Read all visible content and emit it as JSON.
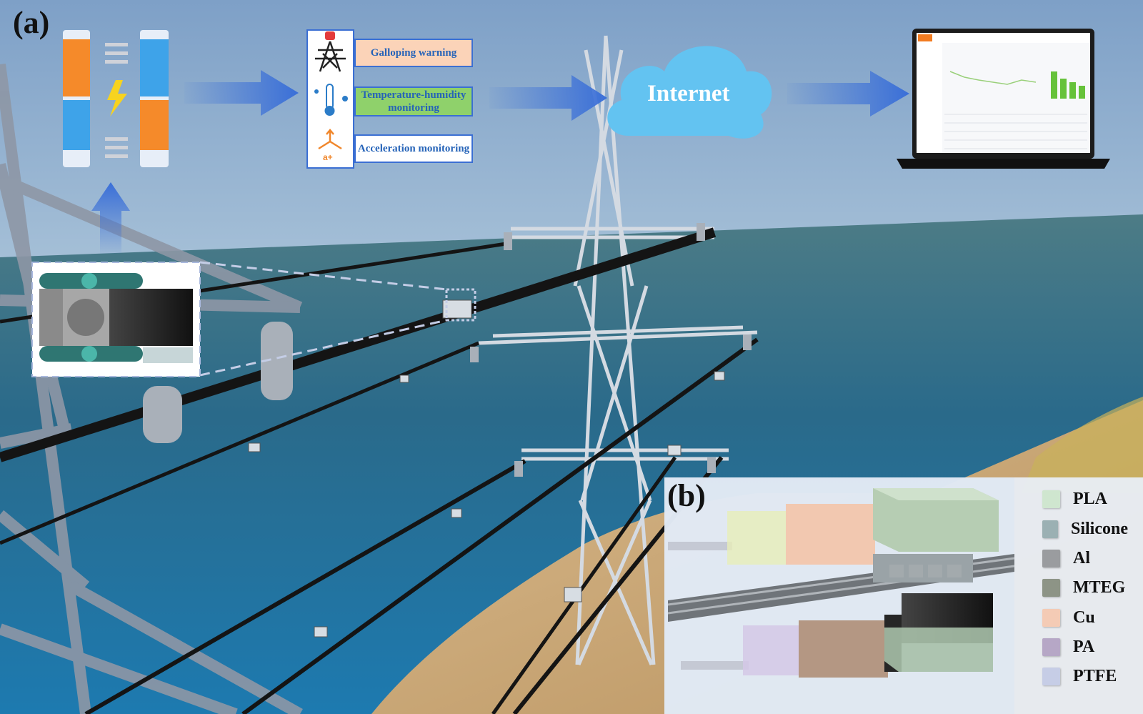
{
  "panels": {
    "a_label": "(a)",
    "b_label": "(b)"
  },
  "flow": {
    "galloping_warning": "Galloping warning",
    "temp_humidity": "Temperature-humidity monitoring",
    "acceleration": "Acceleration monitoring",
    "internet": "Internet"
  },
  "flow_colors": {
    "warning_fill": "#fbd3b8",
    "temp_fill": "#8fd16b",
    "box_border": "#3b6fd3",
    "arrow": "#3a6fd8"
  },
  "legend": [
    {
      "label": "PLA",
      "color": "#cfe6cf"
    },
    {
      "label": "Silicone",
      "color": "#9bb0b3"
    },
    {
      "label": "Al",
      "color": "#9a9c9f"
    },
    {
      "label": "MTEG",
      "color": "#8d9486"
    },
    {
      "label": "Cu",
      "color": "#f4cbb5"
    },
    {
      "label": "PA",
      "color": "#b6a7c6"
    },
    {
      "label": "PTFE",
      "color": "#c6cde6"
    }
  ]
}
